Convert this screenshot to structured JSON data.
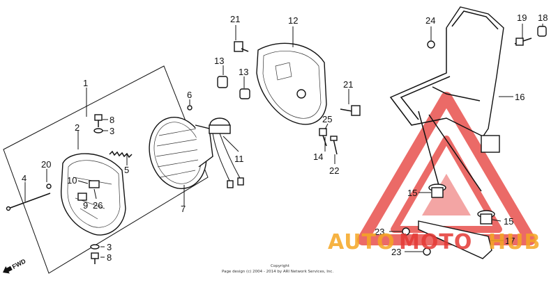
{
  "callouts": [
    {
      "id": "c1",
      "text": "1"
    },
    {
      "id": "c2",
      "text": "2"
    },
    {
      "id": "c3a",
      "text": "3"
    },
    {
      "id": "c3b",
      "text": "3"
    },
    {
      "id": "c4",
      "text": "4"
    },
    {
      "id": "c5",
      "text": "5"
    },
    {
      "id": "c6",
      "text": "6"
    },
    {
      "id": "c7",
      "text": "7"
    },
    {
      "id": "c8a",
      "text": "8"
    },
    {
      "id": "c8b",
      "text": "8"
    },
    {
      "id": "c9",
      "text": "9"
    },
    {
      "id": "c10",
      "text": "10"
    },
    {
      "id": "c11",
      "text": "11"
    },
    {
      "id": "c12",
      "text": "12"
    },
    {
      "id": "c13a",
      "text": "13"
    },
    {
      "id": "c13b",
      "text": "13"
    },
    {
      "id": "c14",
      "text": "14"
    },
    {
      "id": "c15a",
      "text": "15"
    },
    {
      "id": "c15b",
      "text": "15"
    },
    {
      "id": "c16",
      "text": "16"
    },
    {
      "id": "c17",
      "text": "17"
    },
    {
      "id": "c18",
      "text": "18"
    },
    {
      "id": "c19",
      "text": "19"
    },
    {
      "id": "c20",
      "text": "20"
    },
    {
      "id": "c21a",
      "text": "21"
    },
    {
      "id": "c21b",
      "text": "21"
    },
    {
      "id": "c22",
      "text": "22"
    },
    {
      "id": "c23a",
      "text": "23"
    },
    {
      "id": "c23b",
      "text": "23"
    },
    {
      "id": "c24",
      "text": "24"
    },
    {
      "id": "c25",
      "text": "25"
    },
    {
      "id": "c26",
      "text": "26"
    }
  ],
  "fwd_label": "FWD",
  "copyright": {
    "line1": "Copyright",
    "line2": "Page design (c) 2004 - 2014 by ARI Network Services, Inc."
  },
  "watermark": {
    "part1": "AUTO",
    "part2": "MOTO",
    "part3": "HUB",
    "color_orange": "#f5a623",
    "color_red": "#e53935"
  }
}
